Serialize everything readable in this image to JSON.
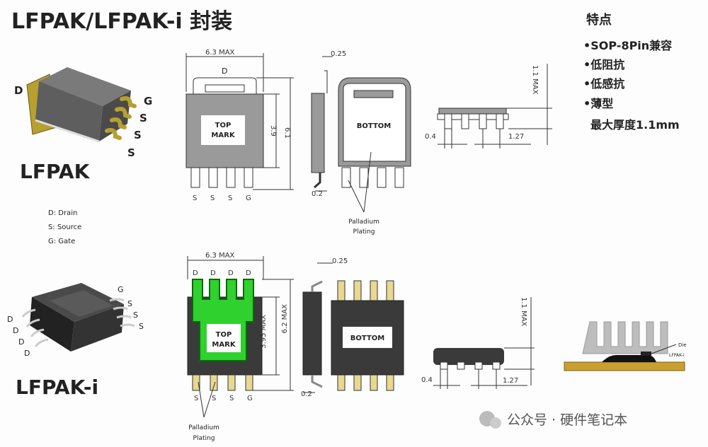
{
  "title": "LFPAK/LFPAK-i 封装",
  "features": {
    "heading": "特点",
    "items": [
      "•SOP-8Pin兼容",
      "•低阻抗",
      "•低感抗",
      "•薄型"
    ],
    "note": "最大厚度1.1mm"
  },
  "lfpak": {
    "name": "LFPAK",
    "pin_labels_3d": [
      "D",
      "G",
      "S",
      "S",
      "S"
    ],
    "legend": [
      "D: Drain",
      "S: Source",
      "G: Gate"
    ],
    "top_view": {
      "width_dim": "6.3 MAX",
      "tab_label": "D",
      "mark": [
        "TOP",
        "MARK"
      ],
      "height_dim_inner": "3.9",
      "height_dim_outer": "6.1",
      "pins": [
        "S",
        "S",
        "S",
        "G"
      ]
    },
    "side_view": {
      "top_dim": "0.25",
      "bottom_dim": "0.2"
    },
    "bottom_view": {
      "label": "BOTTOM",
      "plating": [
        "Palladium",
        "Plating"
      ]
    },
    "profile": {
      "height_dim": "1.1 MAX",
      "pin_width": "0.4",
      "pitch": "1.27"
    }
  },
  "lfpak_i": {
    "name": "LFPAK-i",
    "pin_labels_3d": [
      "G",
      "S",
      "S",
      "S",
      "D",
      "D",
      "D",
      "D"
    ],
    "top_view": {
      "width_dim": "6.3 MAX",
      "top_pins": [
        "D",
        "D",
        "D",
        "D"
      ],
      "mark": [
        "TOP",
        "MARK"
      ],
      "height_dim_inner": "3.95 MAX",
      "height_dim_outer": "6.2 MAX",
      "pins": [
        "S",
        "S",
        "S",
        "G"
      ],
      "plating": [
        "Palladium",
        "Plating"
      ]
    },
    "side_view": {
      "top_dim": "0.25",
      "bottom_dim": "0.2"
    },
    "bottom_view": {
      "label": "BOTTOM"
    },
    "profile": {
      "height_dim": "1.1 MAX",
      "pin_width": "0.4",
      "pitch": "1.27"
    },
    "heatsink": {
      "die_label": "Die",
      "pkg_label": "LFPAK-i"
    }
  },
  "watermark": "公众号 · 硬件笔记本",
  "colors": {
    "green": "#2fd12f",
    "body": "#9a9a9a",
    "dark": "#3a3a3a",
    "pcb": "#c9a030"
  }
}
